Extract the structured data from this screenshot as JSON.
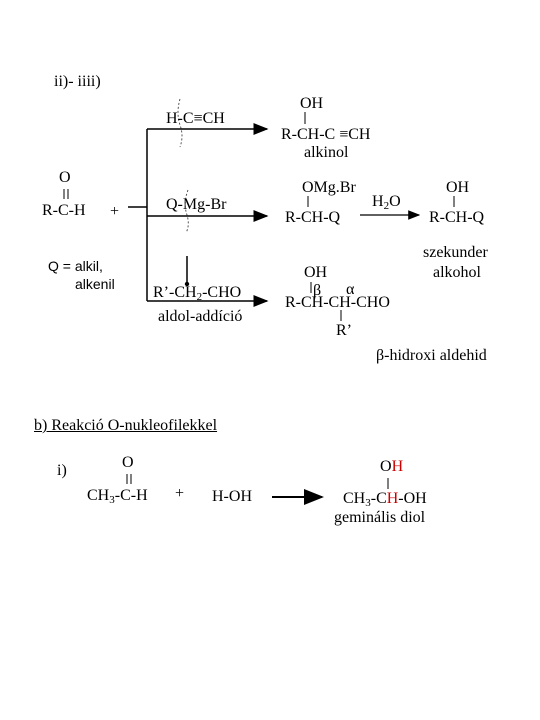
{
  "header": {
    "section": "ii)- iiii)"
  },
  "reagents": {
    "aldehyde_o": "O",
    "aldehyde": "R-C-H",
    "plus": "+",
    "q_def": "Q = ",
    "q_alkil": "alkil,",
    "q_alkenil": "alkenil",
    "r1": "H-C≡CH",
    "r2": "Q-Mg-Br",
    "r3_a": "R’-CH",
    "r3_sub": "2",
    "r3_b": "-CHO",
    "r3_label": "aldol-addíció"
  },
  "products": {
    "p1_oh": "OH",
    "p1": "R-CH-C ≡CH",
    "p1_label": "alkinol",
    "p2_omgbr": "OMg.Br",
    "p2": "R-CH-Q",
    "h2o_a": "H",
    "h2o_sub": "2",
    "h2o_b": "O",
    "p2b_oh": "OH",
    "p2b": "R-CH-Q",
    "p2b_label1": "szekunder",
    "p2b_label2": "alkohol",
    "p3_oh": "OH",
    "p3_beta": "β",
    "p3_alpha": "α",
    "p3": "R-CH-CH-CHO",
    "p3_r": "R’",
    "p3_label": "β-hidroxi aldehid"
  },
  "section_b": {
    "title": "b) Reakció O-nukleofilekkel",
    "item": "i)",
    "ald_o": "O",
    "ald_a": "CH",
    "ald_sub": "3",
    "ald_b": "-C-H",
    "plus": "+",
    "reagent": "H-OH",
    "prod_oh_o": "O",
    "prod_oh_h": "H",
    "prod_a": "CH",
    "prod_sub": "3",
    "prod_b": "-C",
    "prod_h": "H",
    "prod_c": "-OH",
    "prod_label": "geminális diol"
  },
  "colors": {
    "highlight": "#cc0000"
  }
}
